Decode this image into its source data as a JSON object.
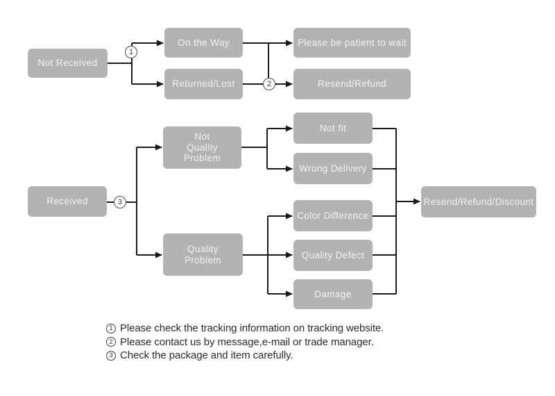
{
  "diagram": {
    "title_hint": "After-sale / package tracking decision flowchart",
    "colors": {
      "box_fill": "#b3b3b3",
      "box_text": "#f2f2f2",
      "line": "#1a1a1a",
      "note_text": "#2b2b2b",
      "background": "#ffffff"
    },
    "nodes": {
      "not_received": {
        "label": "Not Received"
      },
      "on_the_way": {
        "label": "On the Way"
      },
      "returned_lost": {
        "label": "Returned/Lost"
      },
      "please_wait": {
        "label": "Please be patient to wait"
      },
      "resend_refund": {
        "label": "Resend/Refund"
      },
      "not_quality_problem": {
        "label": "Not\nQuality\nProblem"
      },
      "quality_problem": {
        "label": "Quality\nProblem"
      },
      "received": {
        "label": "Received"
      },
      "not_fit": {
        "label": "Not fit"
      },
      "wrong_delivery": {
        "label": "Wrong Delivery"
      },
      "color_difference": {
        "label": "Color Difference"
      },
      "quality_defect": {
        "label": "Quality Defect"
      },
      "damage": {
        "label": "Damage"
      },
      "resend_refund_discount": {
        "label": "Resend/Refund/Discount"
      }
    },
    "step_markers": {
      "one": "1",
      "two": "2",
      "three": "3"
    }
  },
  "notes": [
    {
      "marker": "1",
      "text": "Please check the tracking information on tracking website."
    },
    {
      "marker": "2",
      "text": "Please contact us by message,e-mail or trade manager."
    },
    {
      "marker": "3",
      "text": "Check the package and item carefully."
    }
  ]
}
